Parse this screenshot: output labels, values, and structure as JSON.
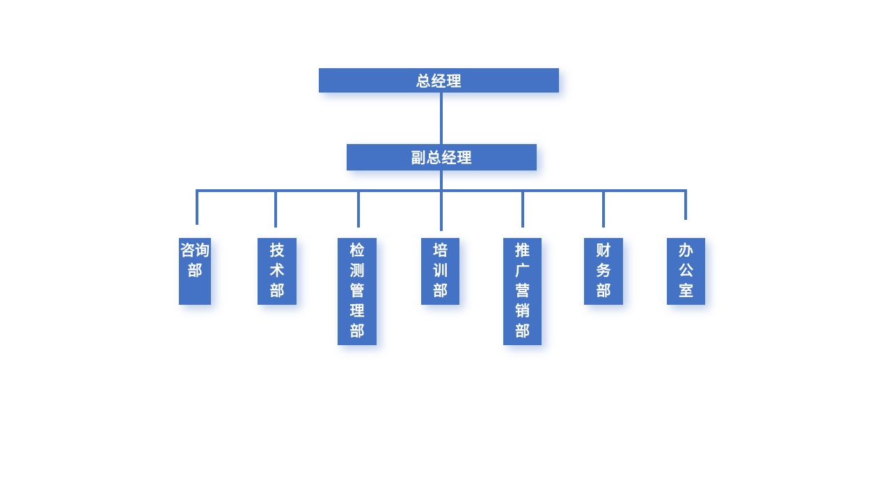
{
  "org_chart": {
    "top": "总经理",
    "deputy": "副总经理",
    "departments": [
      "咨询部",
      "技术部",
      "检测管理部",
      "培训部",
      "推广营销部",
      "财务部",
      "办公室"
    ]
  },
  "colors": {
    "box": "#4472c4",
    "line": "#4472c4",
    "text": "#ffffff"
  }
}
